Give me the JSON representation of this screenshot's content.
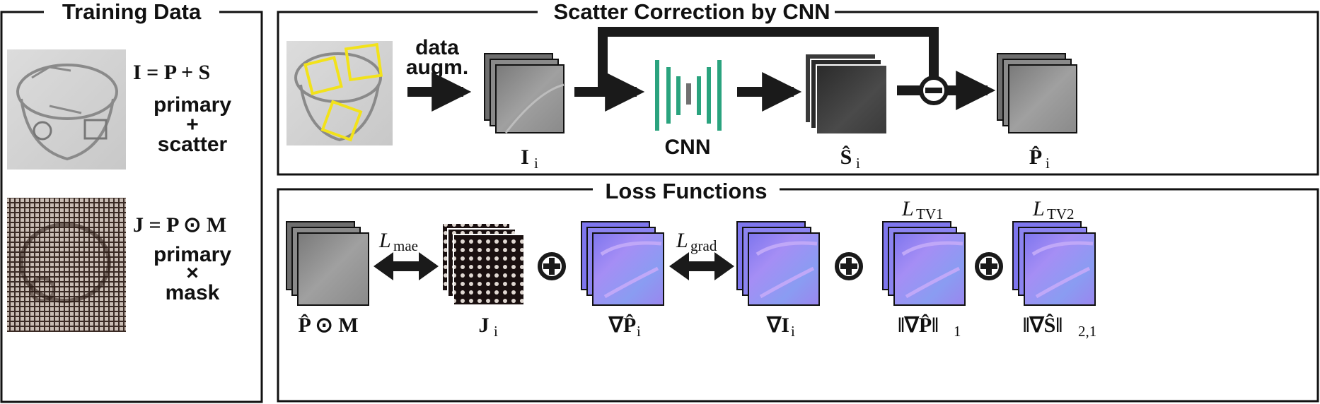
{
  "panels": {
    "training": {
      "title": "Training Data"
    },
    "scatter": {
      "title": "Scatter Correction by CNN"
    },
    "loss": {
      "title": "Loss Functions"
    }
  },
  "training": {
    "eq1": "I = P + S",
    "eq1_words": [
      "primary",
      "+",
      "scatter"
    ],
    "eq2": "J = P ⊙ M",
    "eq2_words": [
      "primary",
      "×",
      "mask"
    ]
  },
  "scatter_flow": {
    "augment_label": [
      "data",
      "augm."
    ],
    "cnn_label": "CNN",
    "input_label": "I",
    "scatter_label": "Ŝ",
    "output_label": "P̂"
  },
  "loss_flow": {
    "mae_label": "L",
    "mae_sub": "mae",
    "grad_label": "L",
    "grad_sub": "grad",
    "tv1_label": "L",
    "tv1_sub": "TV1",
    "tv2_label": "L",
    "tv2_sub": "TV2",
    "masked_label": "P̂ ⊙ M",
    "mask_label": "J",
    "grad_p_label": "∇P̂",
    "grad_i_label": "∇I",
    "norm1_label": "‖∇P̂‖",
    "norm1_sub": "1",
    "norm21_label": "‖∇Ŝ‖",
    "norm21_sub": "2,1"
  },
  "colors": {
    "cnn": "#2aa37e",
    "cnn_center": "#707070",
    "box_yellow": "#f2e21a",
    "normal_map": "#8f8cf0"
  }
}
